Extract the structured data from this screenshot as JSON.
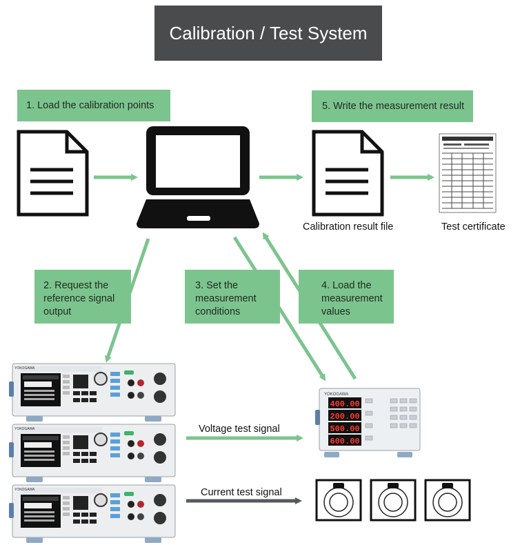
{
  "title": "Calibration / Test System",
  "steps": {
    "s1": "1. Load the calibration points",
    "s2": "2. Request the reference signal output",
    "s3": "3. Set the measurement conditions",
    "s4": "4. Load the measurement values",
    "s5": "5. Write the measurement result"
  },
  "captions": {
    "result_file": "Calibration result file",
    "certificate": "Test certificate",
    "voltage_signal": "Voltage test signal",
    "current_signal": "Current test signal"
  },
  "devices": {
    "calibrator_brand": "YOKOGAWA",
    "meter_brand": "YOKOGAWA",
    "meter_readings": [
      "400.00",
      "200.00",
      "500.00",
      "600.00"
    ]
  },
  "colors": {
    "title_bg": "#4a4b4c",
    "step_bg": "#7cc48e",
    "arrow_green": "#7cc48e",
    "arrow_gray": "#555a5e"
  },
  "icons": [
    "document-icon",
    "laptop-icon",
    "certificate-icon",
    "calibrator-icon",
    "power-meter-icon",
    "current-sensor-icon"
  ]
}
